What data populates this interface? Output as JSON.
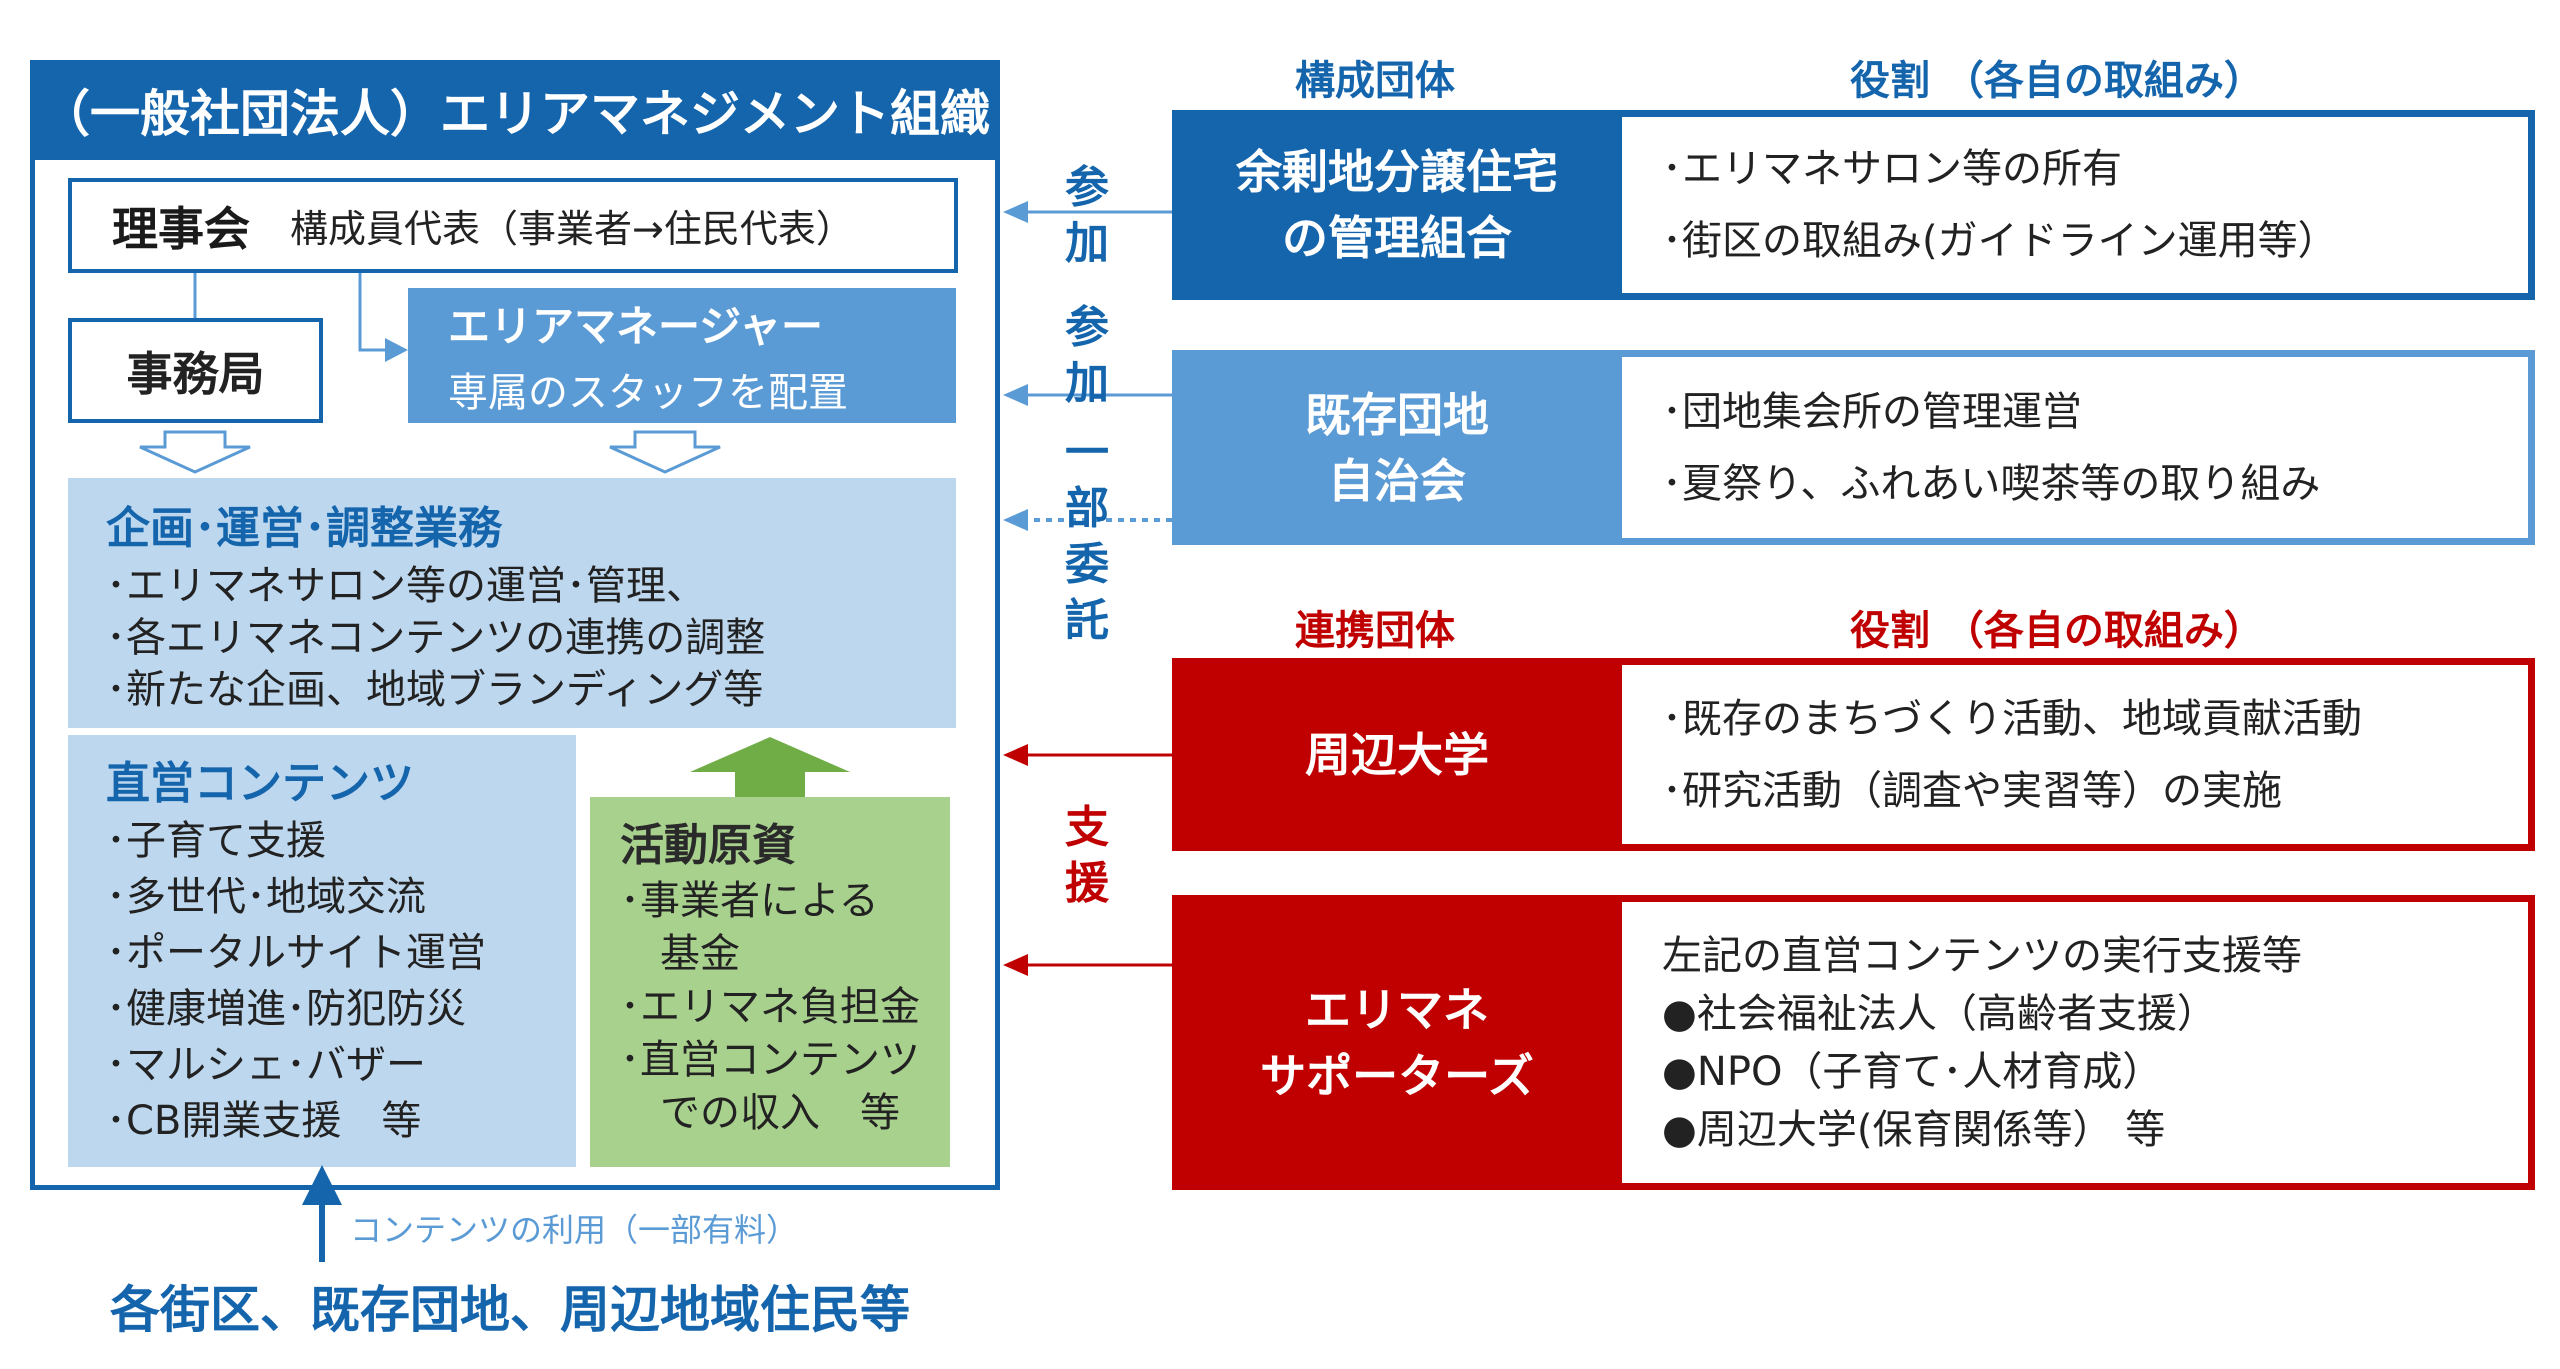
{
  "main": {
    "title": "（一般社団法人）エリアマネジメント組織",
    "board": {
      "label": "理事会",
      "desc": "構成員代表（事業者→住民代表）"
    },
    "secretariat": "事務局",
    "manager": {
      "label": "エリアマネージャー",
      "desc": "専属のスタッフを配置"
    },
    "planning": {
      "heading": "企画･運営･調整業務",
      "items": [
        "･エリマネサロン等の運営･管理、",
        "･各エリマネコンテンツの連携の調整",
        "･新たな企画、地域ブランディング等"
      ]
    },
    "direct": {
      "heading": "直営コンテンツ",
      "items": [
        "･子育て支援",
        "･多世代･地域交流",
        "･ポータルサイト運営",
        "･健康増進･防犯防災",
        "･マルシェ･バザー",
        "･CB開業支援　等"
      ]
    },
    "funds": {
      "heading": "活動原資",
      "items": [
        "･事業者による",
        "　基金",
        "･エリマネ負担金",
        "･直営コンテンツ",
        "　での収入　等"
      ]
    }
  },
  "usage_label": "コンテンツの利用（一部有料）",
  "residents": "各街区、既存団地、周辺地域住民等",
  "member_header": {
    "left": "構成団体",
    "right": "役割 （各自の取組み）"
  },
  "members": [
    {
      "name": [
        "余剰地分譲住宅",
        "の管理組合"
      ],
      "roles": [
        "･エリマネサロン等の所有",
        "･街区の取組み(ガイドライン運用等）"
      ]
    },
    {
      "name": [
        "既存団地",
        "自治会"
      ],
      "roles": [
        "･団地集会所の管理運営",
        "･夏祭り、ふれあい喫茶等の取り組み"
      ]
    }
  ],
  "partner_header": {
    "left": "連携団体",
    "right": "役割 （各自の取組み）"
  },
  "partners": [
    {
      "name": [
        "周辺大学"
      ],
      "roles": [
        "･既存のまちづくり活動、地域貢献活動",
        "･研究活動（調査や実習等）の実施"
      ]
    },
    {
      "name": [
        "エリマネ",
        "サポーターズ"
      ],
      "intro": "左記の直営コンテンツの実行支援等",
      "roles": [
        "●社会福祉法人（高齢者支援）",
        "●NPO（子育て･人材育成）",
        "●周辺大学(保育関係等）  等"
      ]
    }
  ],
  "connectors": {
    "join1": "参加",
    "join2": "参加",
    "delegate": "一部委託",
    "support": "支援"
  },
  "colors": {
    "blue_dark": "#1565ad",
    "blue_mid": "#5b9bd5",
    "blue_light": "#bdd7ee",
    "green": "#a9d18e",
    "red": "#c00000"
  }
}
